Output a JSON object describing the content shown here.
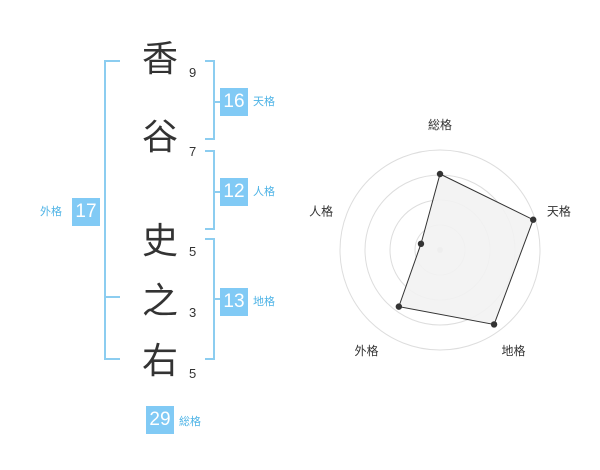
{
  "name": {
    "characters": [
      {
        "char": "香",
        "strokes": "9"
      },
      {
        "char": "谷",
        "strokes": "7"
      },
      {
        "char": "史",
        "strokes": "5"
      },
      {
        "char": "之",
        "strokes": "3"
      },
      {
        "char": "右",
        "strokes": "5"
      }
    ]
  },
  "fortune": {
    "tenkaku": {
      "value": "16",
      "label": "天格"
    },
    "jinkaku": {
      "value": "12",
      "label": "人格"
    },
    "chikaku": {
      "value": "13",
      "label": "地格"
    },
    "gaikaku": {
      "value": "17",
      "label": "外格"
    },
    "soukaku": {
      "value": "29",
      "label": "総格"
    }
  },
  "chart_data": {
    "type": "radar",
    "axes": [
      "総格",
      "天格",
      "地格",
      "外格",
      "人格"
    ],
    "values": [
      3.8,
      4.9,
      4.6,
      3.5,
      1.0
    ],
    "rmax": 5,
    "rings": 4,
    "colors": {
      "fill": "#f2f2f2",
      "line": "#333333",
      "grid": "#dddddd"
    }
  }
}
